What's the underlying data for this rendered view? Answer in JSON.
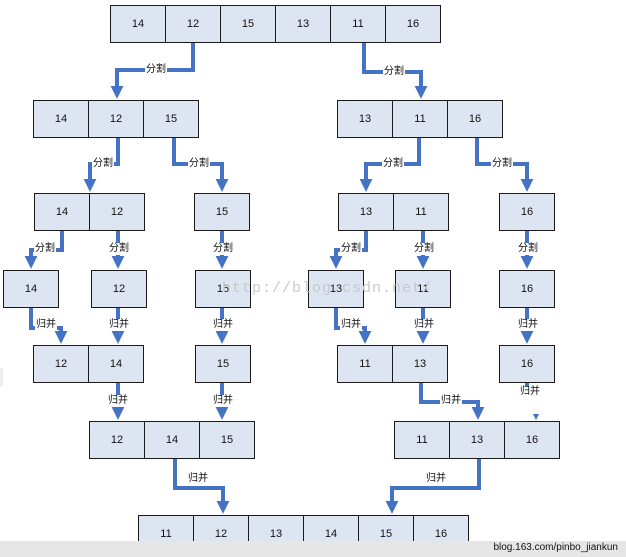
{
  "diagram": {
    "rows": [
      {
        "id": "r0",
        "values": [
          "14",
          "12",
          "15",
          "13",
          "11",
          "16"
        ]
      },
      {
        "id": "r1a",
        "values": [
          "14",
          "12",
          "15"
        ]
      },
      {
        "id": "r1b",
        "values": [
          "13",
          "11",
          "16"
        ]
      },
      {
        "id": "r2a",
        "values": [
          "14",
          "12"
        ]
      },
      {
        "id": "r2b",
        "values": [
          "15"
        ]
      },
      {
        "id": "r2c",
        "values": [
          "13",
          "11"
        ]
      },
      {
        "id": "r2d",
        "values": [
          "16"
        ]
      },
      {
        "id": "r3a",
        "values": [
          "14"
        ]
      },
      {
        "id": "r3b",
        "values": [
          "12"
        ]
      },
      {
        "id": "r3c",
        "values": [
          "15"
        ]
      },
      {
        "id": "r3d",
        "values": [
          "13"
        ]
      },
      {
        "id": "r3e",
        "values": [
          "11"
        ]
      },
      {
        "id": "r3f",
        "values": [
          "16"
        ]
      },
      {
        "id": "r4a",
        "values": [
          "12",
          "14"
        ]
      },
      {
        "id": "r4b",
        "values": [
          "15"
        ]
      },
      {
        "id": "r4c",
        "values": [
          "11",
          "13"
        ]
      },
      {
        "id": "r4d",
        "values": [
          "16"
        ]
      },
      {
        "id": "r5a",
        "values": [
          "12",
          "14",
          "15"
        ]
      },
      {
        "id": "r5b",
        "values": [
          "11",
          "13",
          "16"
        ]
      },
      {
        "id": "r6",
        "values": [
          "11",
          "12",
          "13",
          "14",
          "15",
          "16"
        ]
      }
    ],
    "split_label": "分割",
    "merge_label": "归并",
    "arrow_color": "#4472c4",
    "cell_fill": "#dde5f2",
    "watermark": "http://blog.csdn.net/",
    "credit": "blog.163.com/pinbo_jiankun"
  }
}
